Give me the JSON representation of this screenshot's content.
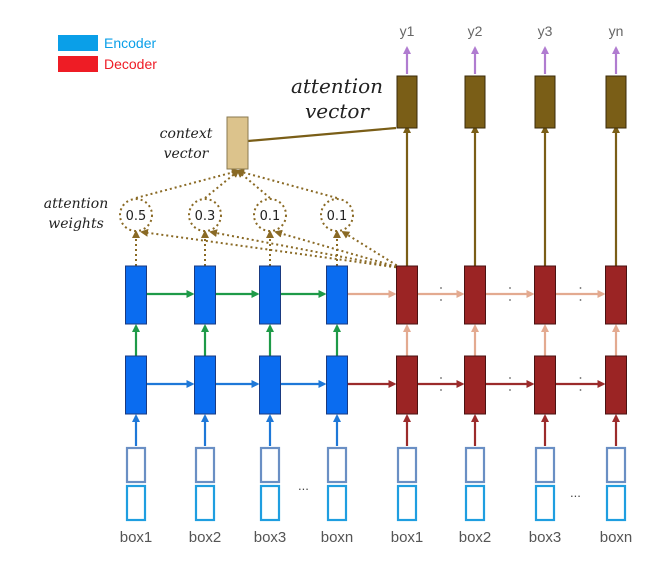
{
  "legend": [
    {
      "label": "Encoder",
      "color": "#0a9fe8"
    },
    {
      "label": "Decoder",
      "color": "#ee1c25"
    }
  ],
  "context_label": [
    "context",
    "vector"
  ],
  "attention_vector_label": [
    "attention",
    "vector"
  ],
  "attention_weights_label": [
    "attention",
    "weights"
  ],
  "attention_weights": [
    "0.5",
    "0.3",
    "0.1",
    "0.1"
  ],
  "outputs": [
    "y1",
    "y2",
    "y3",
    "yn"
  ],
  "encoder_inputs": [
    "box1",
    "box2",
    "box3",
    "boxn"
  ],
  "decoder_inputs": [
    "box1",
    "box2",
    "box3",
    "boxn"
  ],
  "ellipsis": "...",
  "colors": {
    "encoder_cell": "#0a6cf0",
    "decoder_cell": "#9b2424",
    "attention_cell": "#7a5e17",
    "context_cell": "#dcc38c",
    "green_arrow": "#1e9a48",
    "blue_arrow": "#1e78d8",
    "peach_arrow": "#e3aa90",
    "red_arrow": "#9b2b2b",
    "input_outline": "#6a8fc4",
    "input_outline_bright": "#1f9ee0",
    "output_arrow": "#b07cd0"
  }
}
